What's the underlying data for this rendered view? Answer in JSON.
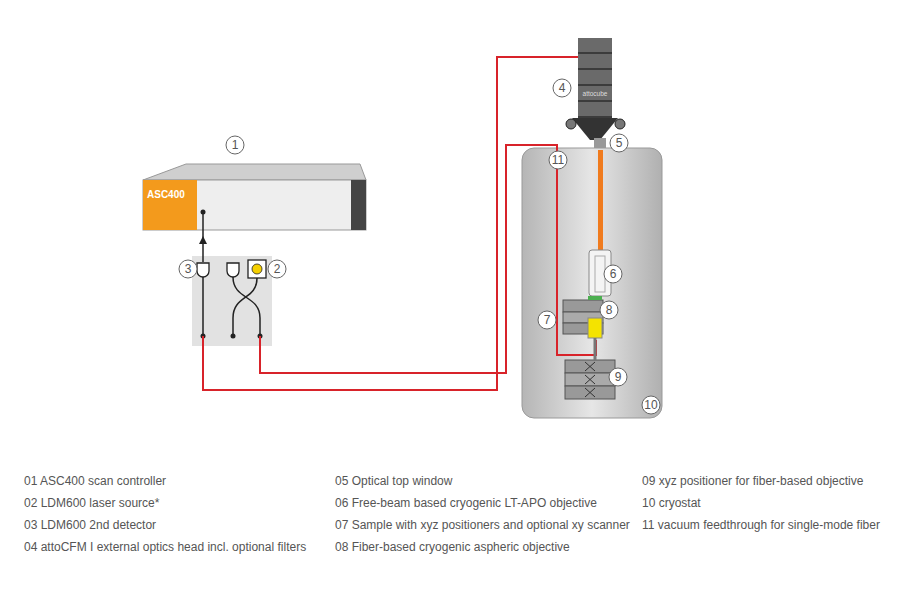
{
  "diagram": {
    "nodes": [
      {
        "text": [
          "ASC400"
        ]
      },
      {
        "text": [
          "attocube"
        ]
      }
    ],
    "labels": [
      "1",
      "2",
      "3",
      "4",
      "5",
      "6",
      "7",
      "8",
      "9",
      "10",
      "11",
      "01 ASC400 scan controller",
      "02 LDM600 laser source*",
      "03 LDM600 2nd detector",
      "04 attoCFM I external optics head incl. optional filters",
      "05 Optical top window",
      "06 Free-beam based cryogenic LT-APO objective",
      "07 Sample with xyz positioners and optional xy scanner",
      "08 Fiber-based cryogenic aspheric objective",
      "09 xyz positioner for fiber-based objective",
      "10 cryostat",
      "11 vacuum feedthrough for single-mode fiber"
    ]
  }
}
